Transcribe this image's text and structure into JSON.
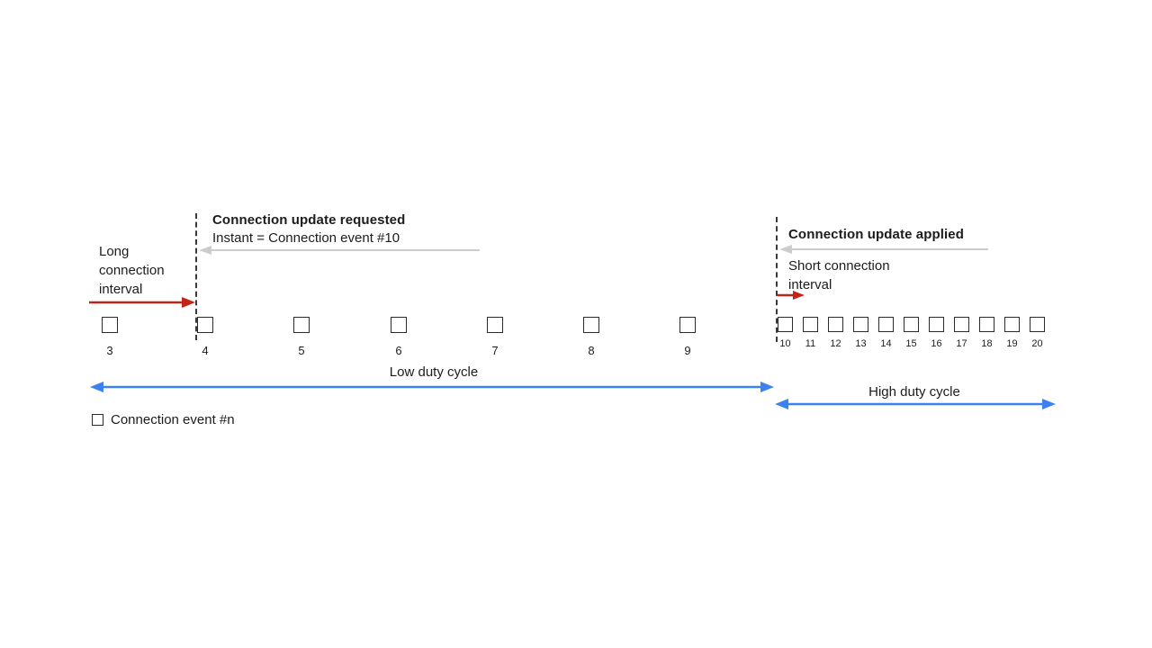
{
  "annotations": {
    "update_requested_title": "Connection update requested",
    "update_requested_subtitle": "Instant = Connection event #10",
    "update_applied_title": "Connection update applied",
    "long_interval_line1": "Long",
    "long_interval_line2": "connection",
    "long_interval_line3": "interval",
    "short_interval_line1": "Short connection",
    "short_interval_line2": "interval"
  },
  "timeline": {
    "low_duty": {
      "label": "Low duty cycle",
      "events": [
        "3",
        "4",
        "5",
        "6",
        "7",
        "8",
        "9"
      ]
    },
    "high_duty": {
      "label": "High duty cycle",
      "events": [
        "10",
        "11",
        "12",
        "13",
        "14",
        "15",
        "16",
        "17",
        "18",
        "19",
        "20"
      ]
    }
  },
  "legend": {
    "label": "Connection event #n"
  },
  "colors": {
    "arrow_red": "#c1251a",
    "arrow_blue": "#3b82f0",
    "arrow_gray": "#cccccc"
  }
}
